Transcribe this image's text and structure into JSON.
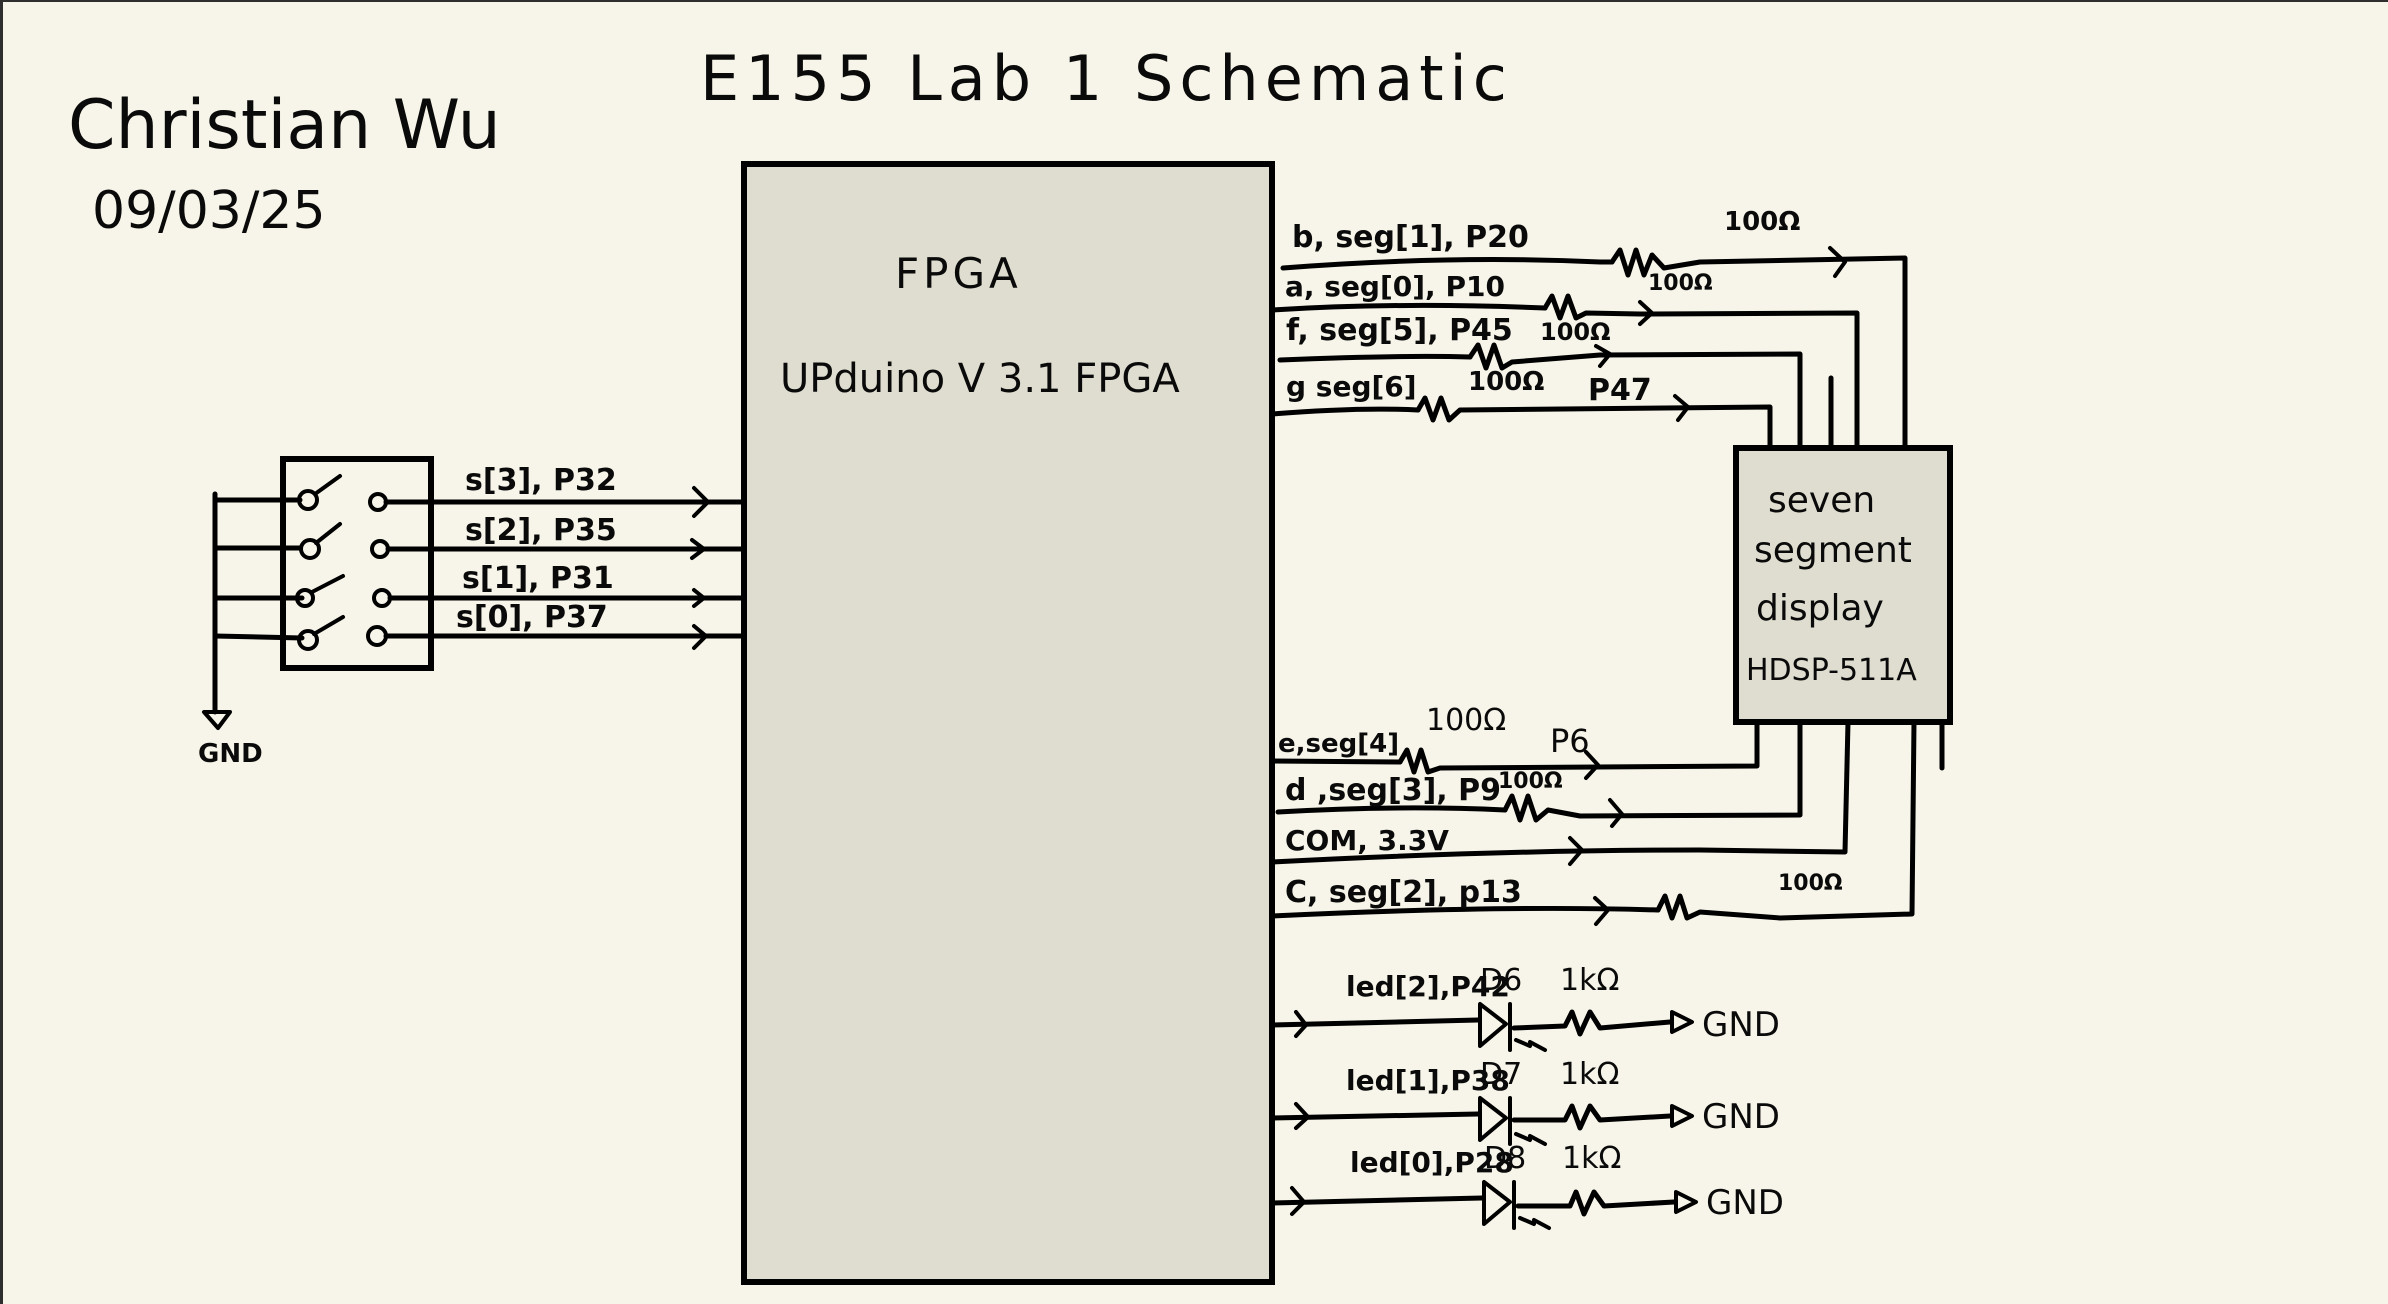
{
  "header": {
    "author": "Christian Wu",
    "date": "09/03/25",
    "title": "E155 Lab 1 Schematic"
  },
  "colors": {
    "background": "#f7f5e9",
    "component_fill": "#dfddd0",
    "ink": "#000000"
  },
  "fpga": {
    "title": "FPGA",
    "model": "UPduino V 3.1 FPGA"
  },
  "switches": {
    "ground_label": "GND",
    "inputs": [
      {
        "label": "s[3], P32"
      },
      {
        "label": "s[2], P35"
      },
      {
        "label": "s[1], P31"
      },
      {
        "label": "s[0], P37"
      }
    ]
  },
  "display": {
    "line1": "seven",
    "line2": "segment",
    "line3": "display",
    "part": "HDSP-511A"
  },
  "segment_top": [
    {
      "label": "b, seg[1], P20",
      "resistor": "100Ω"
    },
    {
      "label": "a, seg[0], P10",
      "resistor": "100Ω"
    },
    {
      "label": "f, seg[5], P45",
      "resistor": "100Ω"
    },
    {
      "label": "g seg[6]",
      "resistor": "100Ω",
      "pin": "P47"
    }
  ],
  "segment_bottom": [
    {
      "label": "e,seg[4]",
      "resistor": "100Ω",
      "pin": "P6"
    },
    {
      "label": "d ,seg[3], P9",
      "resistor": "100Ω"
    },
    {
      "label": "COM, 3.3V"
    },
    {
      "label": "C, seg[2], p13",
      "resistor": "100Ω"
    }
  ],
  "leds": [
    {
      "label": "led[2],P42",
      "diode": "D6",
      "resistor": "1kΩ",
      "ground": "GND"
    },
    {
      "label": "led[1],P38",
      "diode": "D7",
      "resistor": "1kΩ",
      "ground": "GND"
    },
    {
      "label": "led[0],P28",
      "diode": "D8",
      "resistor": "1kΩ",
      "ground": "GND"
    }
  ]
}
